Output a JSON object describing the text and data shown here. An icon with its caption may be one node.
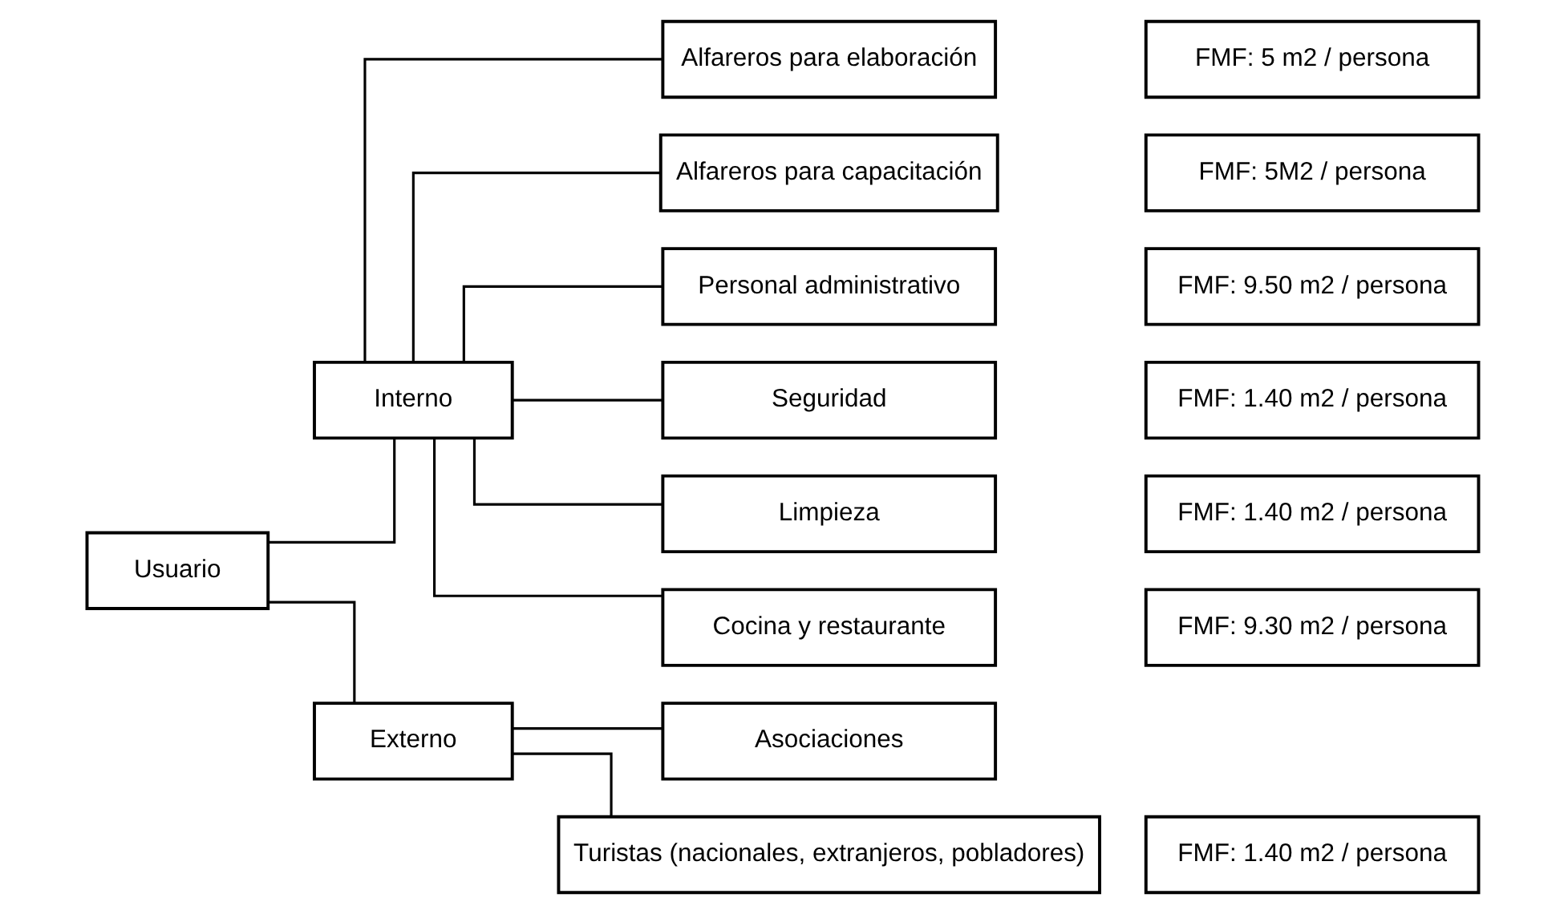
{
  "diagram": {
    "nodes": [
      {
        "text": [
          "Usuario"
        ]
      },
      {
        "text": [
          "Interno"
        ]
      },
      {
        "text": [
          "Externo"
        ]
      },
      {
        "text": [
          "Alfareros para elaboración"
        ]
      },
      {
        "text": [
          "Alfareros para capacitación"
        ]
      },
      {
        "text": [
          "Personal administrativo"
        ]
      },
      {
        "text": [
          "Seguridad"
        ]
      },
      {
        "text": [
          "Limpieza"
        ]
      },
      {
        "text": [
          "Cocina y restaurante"
        ]
      },
      {
        "text": [
          "Asociaciones"
        ]
      },
      {
        "text": [
          "Turistas (nacionales, extranjeros, pobladores)"
        ]
      },
      {
        "text": [
          "FMF: 5 m2 / persona"
        ]
      },
      {
        "text": [
          "FMF: 5M2 / persona"
        ]
      },
      {
        "text": [
          "FMF: 9.50 m2 / persona"
        ]
      },
      {
        "text": [
          "FMF: 1.40 m2 / persona"
        ]
      },
      {
        "text": [
          "FMF: 1.40 m2 / persona"
        ]
      },
      {
        "text": [
          "FMF: 9.30 m2 / persona"
        ]
      },
      {
        "text": [
          "FMF: 1.40 m2 / persona"
        ]
      }
    ],
    "edges": [
      {
        "from": 0,
        "to": 1,
        "arrow": "none"
      },
      {
        "from": 0,
        "to": 2,
        "arrow": "none"
      },
      {
        "from": 1,
        "to": 3,
        "arrow": "none"
      },
      {
        "from": 1,
        "to": 4,
        "arrow": "none"
      },
      {
        "from": 1,
        "to": 5,
        "arrow": "none"
      },
      {
        "from": 1,
        "to": 6,
        "arrow": "none"
      },
      {
        "from": 1,
        "to": 7,
        "arrow": "none"
      },
      {
        "from": 1,
        "to": 8,
        "arrow": "none"
      },
      {
        "from": 2,
        "to": 9,
        "arrow": "none"
      },
      {
        "from": 2,
        "to": 10,
        "arrow": "none"
      }
    ]
  }
}
